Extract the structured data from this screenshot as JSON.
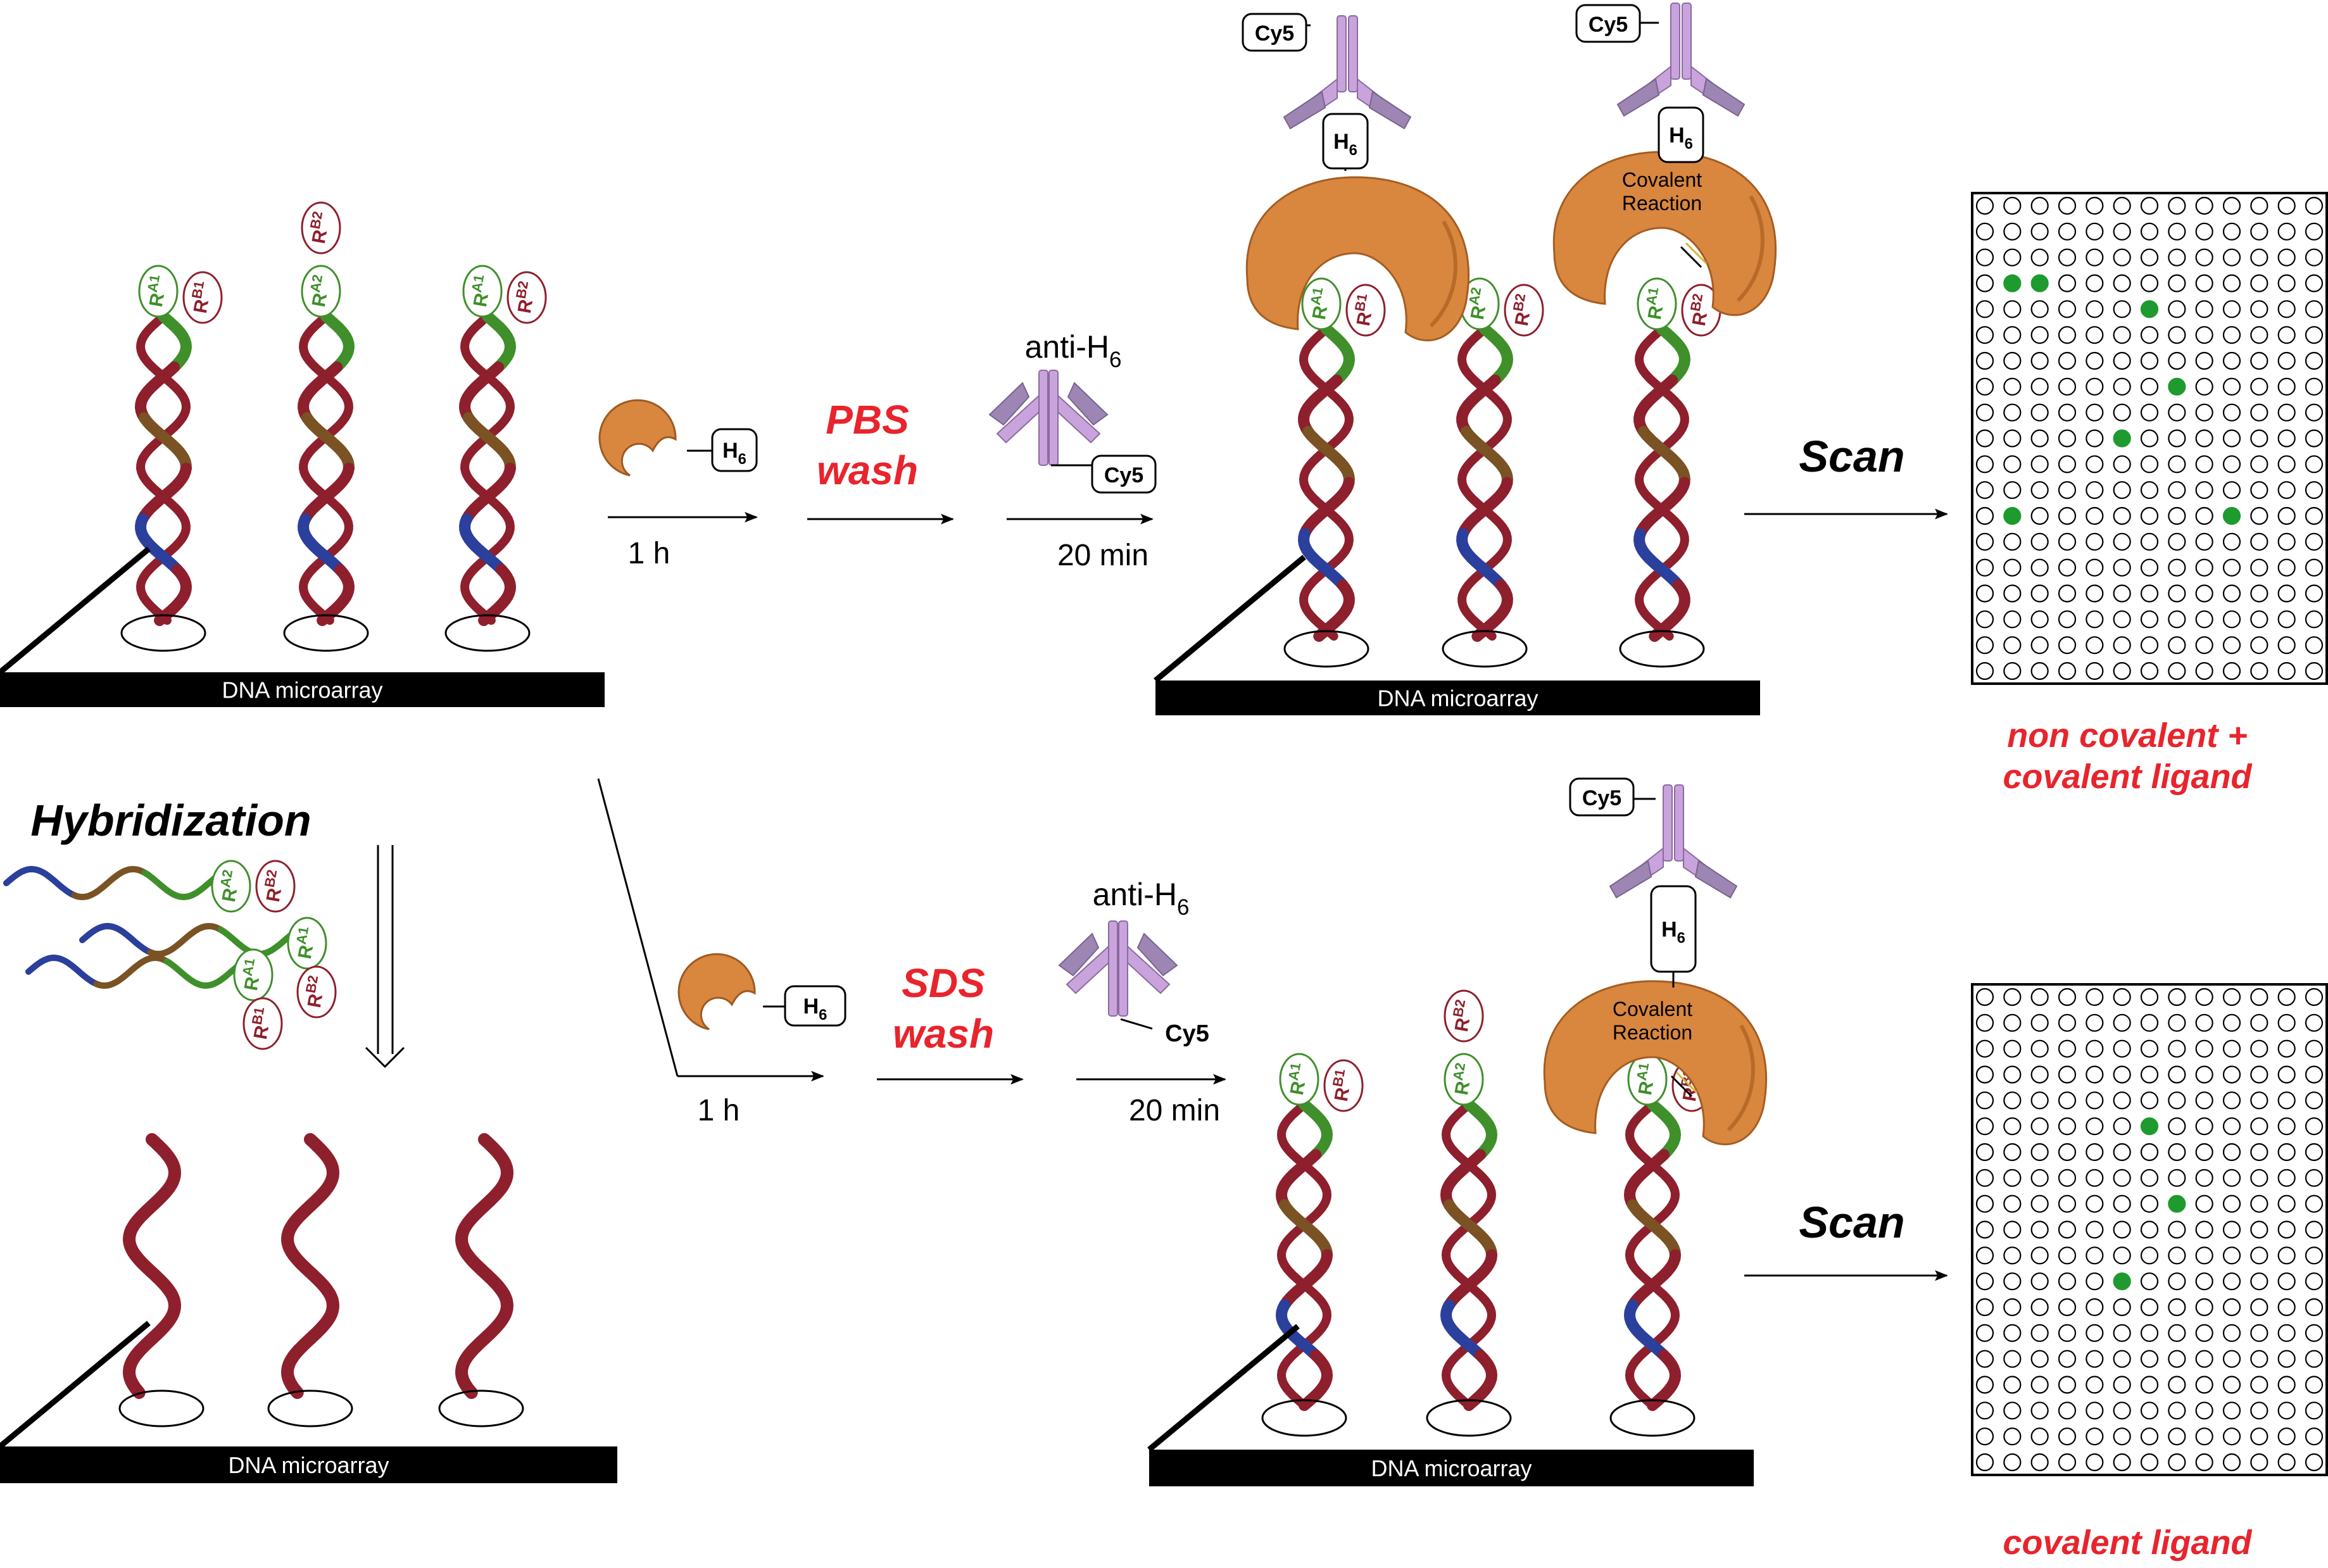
{
  "colors": {
    "dna_red": "#8e1f2c",
    "dna_green": "#3f8f2b",
    "dna_brown": "#7a5223",
    "dna_blue": "#2b3f9c",
    "protein": "#d9863f",
    "antibody": "#c9a4dc",
    "antibody_dark": "#9d86b3",
    "spot_green": "#1e9a2e",
    "label_red": "#e8242c"
  },
  "top": {
    "microarray_label_left": "DNA microarray",
    "microarray_label_right": "DNA microarray",
    "strands": [
      {
        "ra": "A1",
        "rb": "B1"
      },
      {
        "ra": "A2",
        "rb": "B2"
      },
      {
        "ra": "A1",
        "rb": "B2"
      }
    ],
    "step1_time": "1 h",
    "tag_label": "H",
    "tag_sub": "6",
    "wash_line1": "PBS",
    "wash_line2": "wash",
    "antibody_label": "anti-H",
    "antibody_sub": "6",
    "dye_label": "Cy5",
    "step3_time": "20 min",
    "covalent_line1": "Covalent",
    "covalent_line2": "Reaction",
    "scan_label": "Scan",
    "result_line1": "non covalent +",
    "result_line2": "covalent ligand"
  },
  "bottom": {
    "hybridization_label": "Hybridization",
    "microarray_label_left": "DNA microarray",
    "microarray_label_right": "DNA microarray",
    "step1_time": "1 h",
    "tag_label": "H",
    "tag_sub": "6",
    "wash_line1": "SDS",
    "wash_line2": "wash",
    "antibody_label": "anti-H",
    "antibody_sub": "6",
    "dye_label": "Cy5",
    "step3_time": "20 min",
    "covalent_line1": "Covalent",
    "covalent_line2": "Reaction",
    "scan_label": "Scan",
    "result_line1": "covalent ligand"
  },
  "grid_top": {
    "cols": 13,
    "rows": 19,
    "spots": [
      [
        1,
        3
      ],
      [
        2,
        3
      ],
      [
        6,
        4
      ],
      [
        7,
        7
      ],
      [
        5,
        9
      ],
      [
        1,
        12
      ],
      [
        9,
        12
      ]
    ]
  },
  "grid_bottom": {
    "cols": 13,
    "rows": 19,
    "spots": [
      [
        6,
        5
      ],
      [
        7,
        8
      ],
      [
        5,
        11
      ]
    ]
  }
}
